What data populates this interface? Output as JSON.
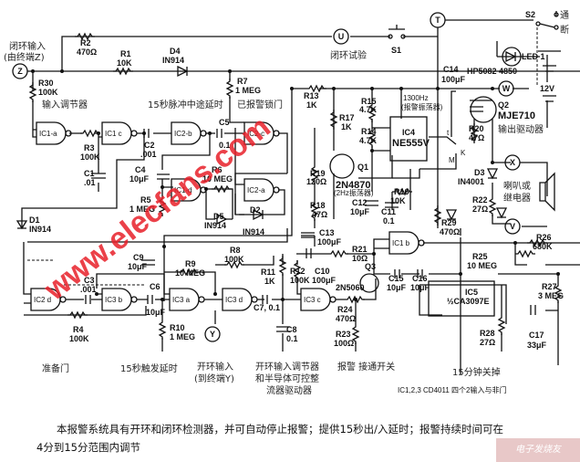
{
  "terminals": {
    "z": "Z",
    "u": "U",
    "t": "T",
    "w": "W",
    "x": "X",
    "v": "V",
    "y": "Y"
  },
  "labels": {
    "closed_loop_input": "闭环输入",
    "closed_loop_input_sub": "(由终端Z)",
    "closed_loop_test": "闭环试验",
    "input_regulator": "输入调节器",
    "pulse_delay": "15秒脉冲中途延时",
    "armed_lock_gate": "已报警锁门",
    "osc_1300": "1300Hz",
    "osc_1300_sub": "(报警振荡器)",
    "osc_2hz": "(2Hz振荡器)",
    "output_driver": "输出驱动器",
    "speaker_relay_1": "喇叭或",
    "speaker_relay_2": "继电器",
    "on": "通",
    "off": "断",
    "battery": "12V",
    "switch_t": "t",
    "switch_k": "K",
    "switch_m": "M"
  },
  "components": {
    "r1": [
      "R1",
      "10K"
    ],
    "r2": [
      "R2",
      "470Ω"
    ],
    "r3": [
      "R3",
      "100K"
    ],
    "r4": [
      "R4",
      "100K"
    ],
    "r5": [
      "R5",
      "1 MEG"
    ],
    "r6": [
      "R6",
      "10 MEG"
    ],
    "r7": [
      "R7",
      "1 MEG"
    ],
    "r8": [
      "R8",
      "100K"
    ],
    "r9": [
      "R9",
      "10 MEG"
    ],
    "r10": [
      "R10",
      "1 MEG"
    ],
    "r11": [
      "R11",
      "1K"
    ],
    "r12": [
      "R12",
      "100K"
    ],
    "r13": [
      "R13",
      "1K"
    ],
    "r14": [
      "R14",
      "4.7K"
    ],
    "r15": [
      "R15",
      "4.7K"
    ],
    "r16": [
      "R16",
      "10K"
    ],
    "r17": [
      "R17",
      "1K"
    ],
    "r18": [
      "R18",
      "47Ω"
    ],
    "r19": [
      "R19",
      "120Ω"
    ],
    "r20": [
      "R20",
      "47Ω"
    ],
    "r21": [
      "R21",
      "10Ω"
    ],
    "r22": [
      "R22",
      "27Ω"
    ],
    "r23": [
      "R23",
      "100Ω"
    ],
    "r24": [
      "R24",
      "470Ω"
    ],
    "r25": [
      "R25",
      "10 MEG"
    ],
    "r26": [
      "R26",
      "680K"
    ],
    "r27": [
      "R27",
      "3 MEG"
    ],
    "r28": [
      "R28",
      "27Ω"
    ],
    "r29": [
      "R29",
      "470Ω"
    ],
    "r30": [
      "R30",
      "100K"
    ],
    "c1": [
      "C1",
      ".01"
    ],
    "c2": [
      "C2",
      ".001"
    ],
    "c3": [
      "C3",
      ".001"
    ],
    "c4": [
      "C4",
      "10μF"
    ],
    "c5": [
      "C5",
      "0.1"
    ],
    "c6": [
      "C6",
      "10μF"
    ],
    "c7": [
      "C7, 0.1"
    ],
    "c8": [
      "C8",
      "0.1"
    ],
    "c9": [
      "C9",
      "10μF"
    ],
    "c10": [
      "C10",
      "100μF"
    ],
    "c11": [
      "C11",
      "0.1"
    ],
    "c12": [
      "C12",
      "10μF"
    ],
    "c13": [
      "C13",
      "100μF"
    ],
    "c14": [
      "C14",
      "100μF"
    ],
    "c15": [
      "C15",
      "10μF"
    ],
    "c16": [
      "C16",
      "10μF"
    ],
    "c17": [
      "C17",
      "33μF"
    ],
    "d1": [
      "D1",
      "IN914"
    ],
    "d2": [
      "D2",
      "IN914"
    ],
    "d3": [
      "D3",
      "IN4001"
    ],
    "d4": [
      "D4",
      "IN914"
    ],
    "d5": [
      "D5",
      "IN914"
    ],
    "q1": [
      "Q1",
      "2N4870"
    ],
    "q2": [
      "Q2",
      "MJE710"
    ],
    "q3": [
      "Q3",
      "2N5060"
    ],
    "led1": [
      "LED 1",
      "HP5082 4850"
    ],
    "s1": "S1",
    "s2": "S2",
    "ic4": [
      "IC4",
      "NE555V"
    ],
    "ic5": [
      "IC5",
      "½CA3097E"
    ]
  },
  "gates": {
    "ic1a": "IC1-a",
    "ic1b": "IC1 b",
    "ic1c": "IC1 c",
    "ic1d": "IC1-d",
    "ic2a": "IC2-a",
    "ic2b": "IC2-b",
    "ic2c": "IC2-c",
    "ic2d": "IC2 d",
    "ic3a": "IC3 a",
    "ic3b": "IC3 b",
    "ic3c": "IC3 c",
    "ic3d": "IC3 d"
  },
  "captions": {
    "standby_gate": "准备门",
    "trigger_delay": "15秒触发延时",
    "open_loop_input_1": "开环输入",
    "open_loop_input_2": "(到终端Y)",
    "open_reg_1": "开环输入调节器",
    "open_reg_2": "和半导体可控整",
    "open_reg_3": "流器驱动器",
    "alarm_switch": "报警 接通开关",
    "shutoff": "15分钟关掉",
    "ic_note": "IC1,2,3  CD4011 四个2输入与非门"
  },
  "description": {
    "line1": "本报警系统具有开环和闭环检测器，并可自动停止报警；提供15秒出/入延时；报警持续时间可在",
    "line2": "4分到15分范围内调节"
  },
  "watermark": "www.elecfans.com",
  "logo": "电子发烧友 elecfans.com"
}
